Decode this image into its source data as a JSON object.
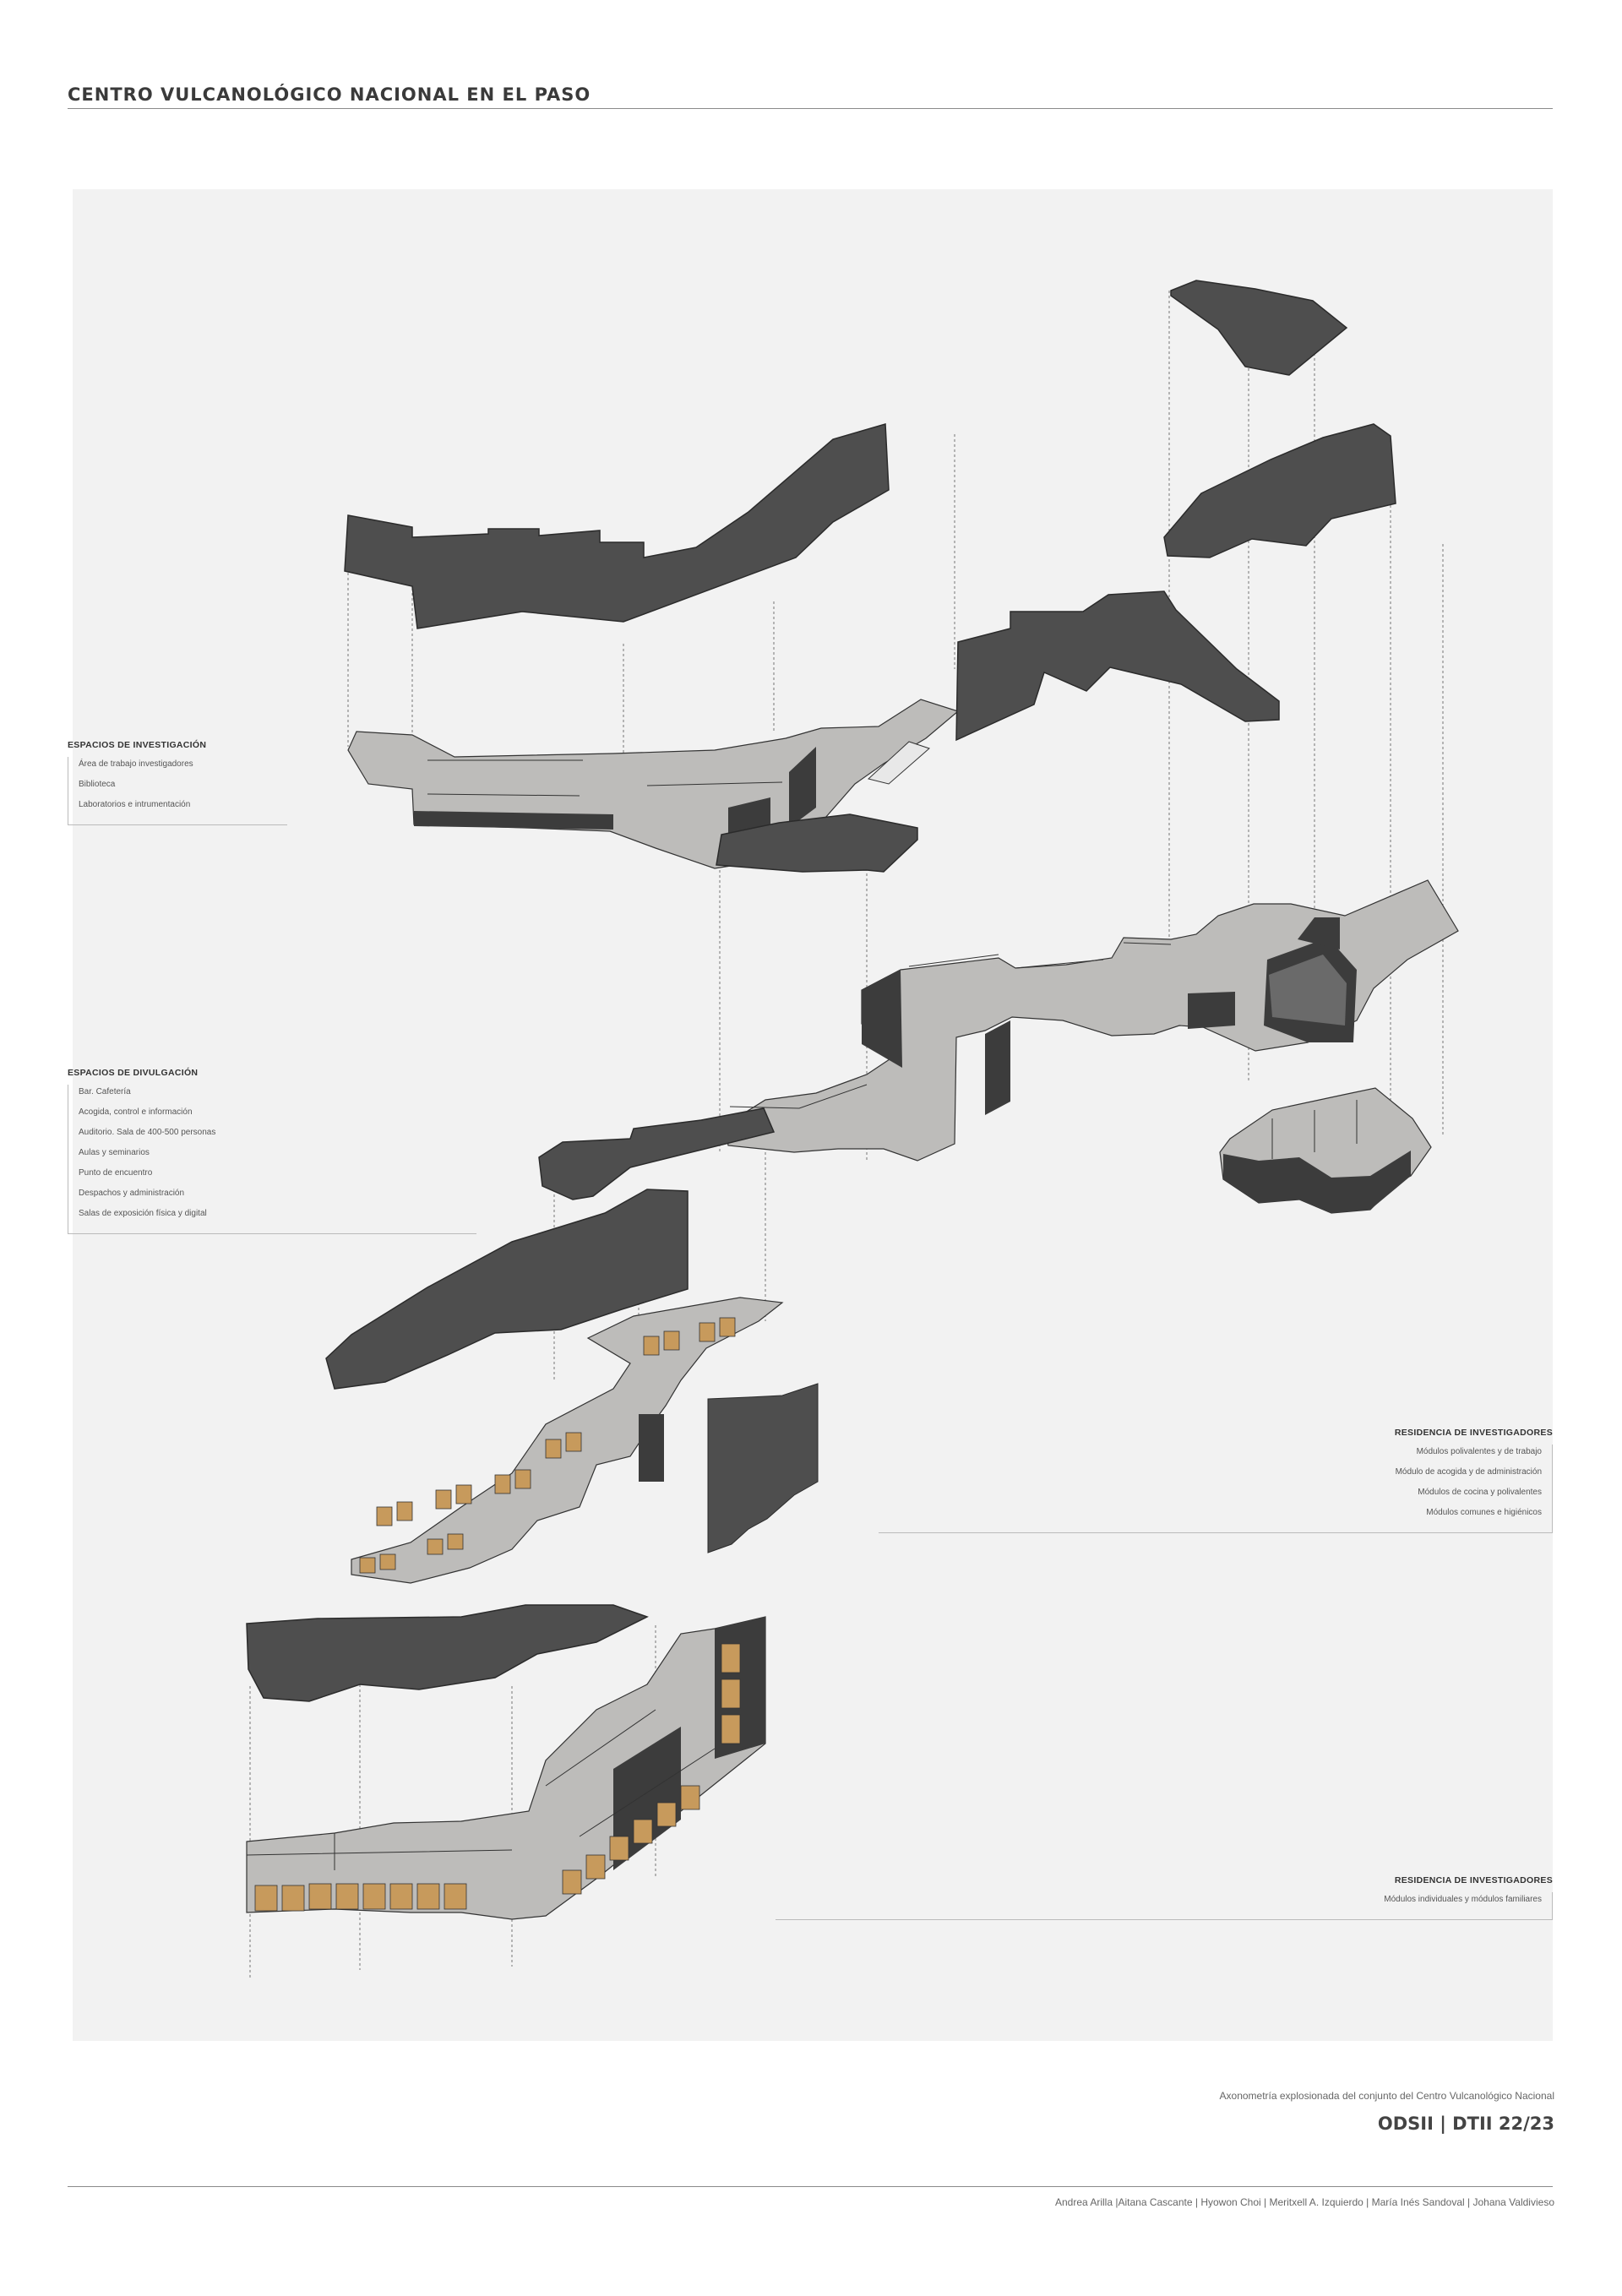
{
  "title": "CENTRO VULCANOLÓGICO NACIONAL EN EL PASO",
  "legends": [
    {
      "id": "investigacion",
      "heading": "ESPACIOS DE INVESTIGACIÓN",
      "items": [
        "Área de trabajo investigadores",
        "Biblioteca",
        "Laboratorios e intrumentación"
      ]
    },
    {
      "id": "divulgacion",
      "heading": "ESPACIOS DE DIVULGACIÓN",
      "items": [
        "Bar. Cafetería",
        "Acogida, control e información",
        "Auditorio. Sala de 400-500 personas",
        "Aulas y seminarios",
        "Punto de encuentro",
        "Despachos y administración",
        "Salas de exposición física y digital"
      ]
    },
    {
      "id": "residencia-1",
      "heading": "RESIDENCIA DE INVESTIGADORES",
      "items": [
        "Módulos polivalentes y de trabajo",
        "Módulo de acogida y de administración",
        "Módulos de cocina y polivalentes",
        "Módulos comunes e higiénicos"
      ]
    },
    {
      "id": "residencia-2",
      "heading": "RESIDENCIA DE INVESTIGADORES",
      "items": [
        "Módulos individuales y módulos familiares"
      ]
    }
  ],
  "caption": "Axonometría explosionada del conjunto del Centro Vulcanológico Nacional",
  "course": "ODSII | DTII 22/23",
  "authors": "Andrea Arilla |Aitana Cascante | Hyowon Choi | Meritxell A. Izquierdo | María Inés Sandoval | Johana Valdivieso",
  "colors": {
    "roof": "#4e4e4e",
    "floor": "#bdbcba",
    "wall": "#3c3c3c",
    "wood": "#c79a5c",
    "panel_bg": "#f2f2f2"
  }
}
